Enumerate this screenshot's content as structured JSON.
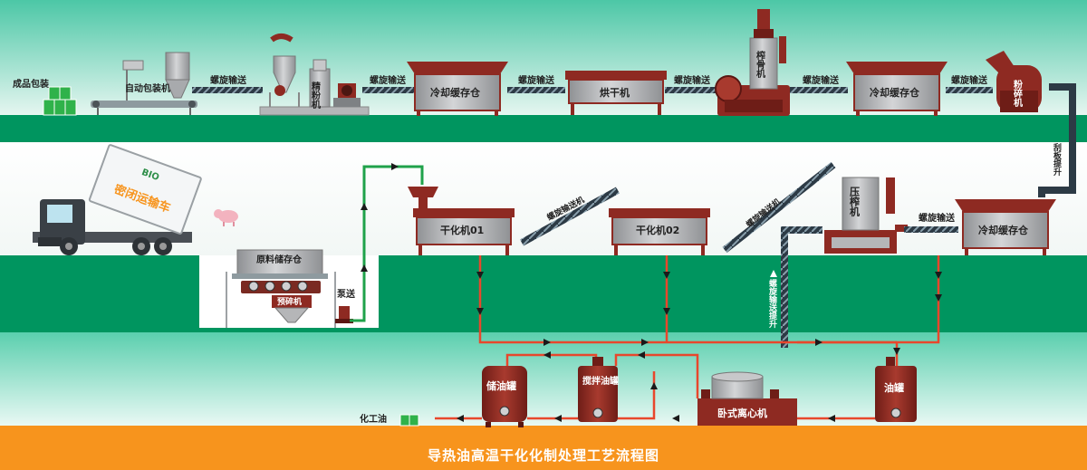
{
  "title": "导热油高温干化化制处理工艺流程图",
  "labels": {
    "finished_packaging": "成品包装",
    "auto_packer": "自动包装机",
    "screw_conveyor": "螺旋输送",
    "fine_mill": "精粉机",
    "cooling_silo": "冷却缓存仓",
    "dryer": "烘干机",
    "bone_press": "榨骨机",
    "crusher": "粉碎机",
    "scraper_lift": "刮板提升",
    "sealed_truck": "密闭运输车",
    "truck_brand": "BIO",
    "raw_silo": "原料储存仓",
    "pre_crusher": "预碎机",
    "pump": "泵送",
    "desiccator_01": "干化机01",
    "desiccator_02": "干化机02",
    "screw_conveyor_machine": "螺旋输送机",
    "press": "压榨机",
    "screw_conveyor_lift": "螺旋输送提升",
    "oil_storage_tank": "储油罐",
    "mixing_oil_tank": "搅拌油罐",
    "horizontal_centrifuge": "卧式离心机",
    "oil_tank": "油罐",
    "chemical_oil": "化工油"
  },
  "colors": {
    "band_green": "#00955f",
    "band_teal": "#5ccfae",
    "orange": "#f7941d",
    "machine_gray": "#b5b6b8",
    "machine_red": "#8e2a22",
    "oil_line": "#e8472c",
    "feed_line": "#1fa24a"
  }
}
